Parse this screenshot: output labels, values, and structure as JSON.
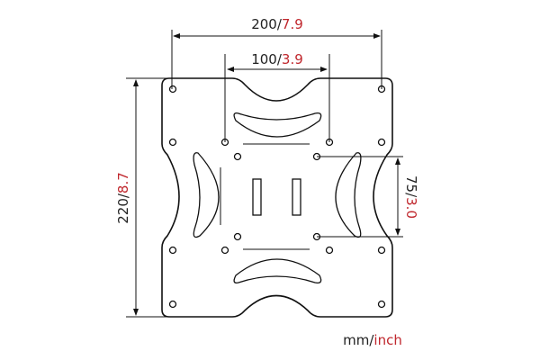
{
  "dimensions": {
    "width_outer": {
      "mm": "200/",
      "inch": "7.9"
    },
    "width_inner": {
      "mm": "100/",
      "inch": "3.9"
    },
    "height": {
      "mm": "220/",
      "inch": "8.7"
    },
    "height_inner": {
      "mm": "75/",
      "inch": "3.0"
    }
  },
  "units": {
    "mm": "mm/",
    "inch": "inch"
  },
  "colors": {
    "inch": "#c0272d",
    "line": "#111111"
  }
}
